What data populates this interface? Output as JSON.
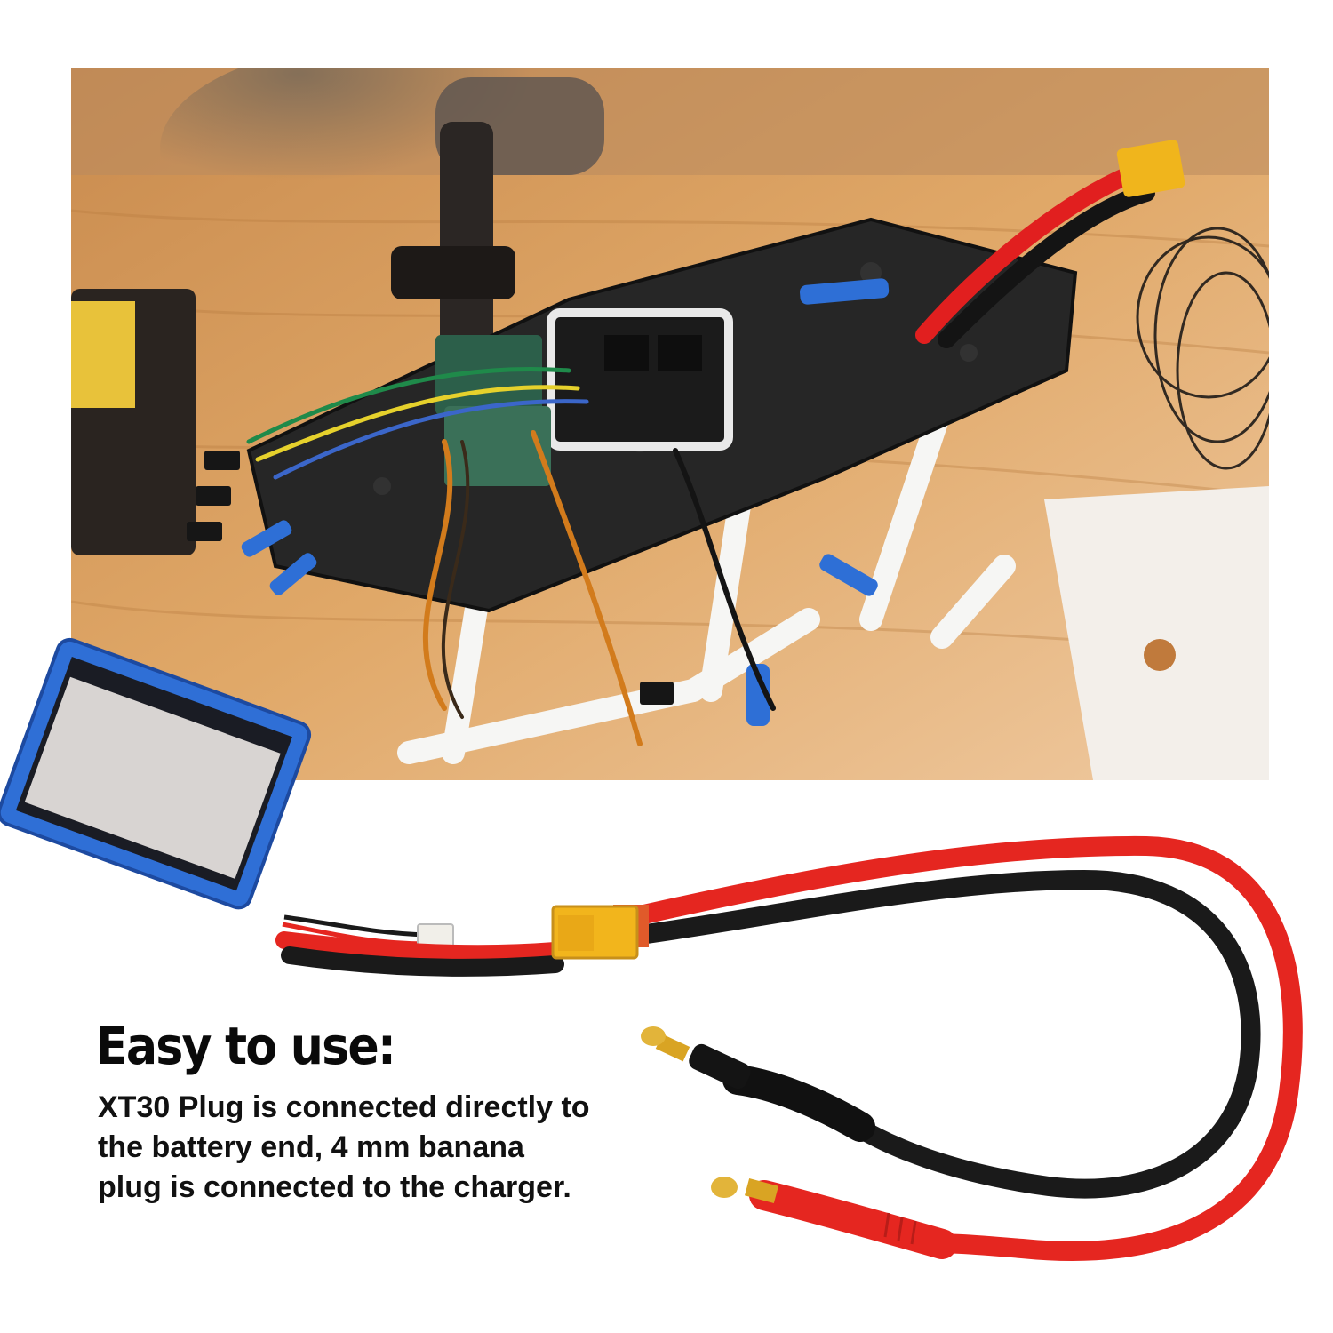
{
  "heading": "Easy to use:",
  "description_lines": [
    "XT30 Plug is connected directly to",
    "the battery end, 4 mm banana",
    "plug is connected to the charger."
  ],
  "colors": {
    "wire_red": "#e52620",
    "wire_black": "#1a1a1a",
    "xt30_yellow": "#f2b51c",
    "battery_blue": "#2f6fd6",
    "banana_gold": "#d9a423",
    "heading_text": "#0a0a0a"
  },
  "icons": [
    "lipo-battery-icon",
    "xt30-connector-icon",
    "banana-plug-icon",
    "drone-frame-icon"
  ]
}
